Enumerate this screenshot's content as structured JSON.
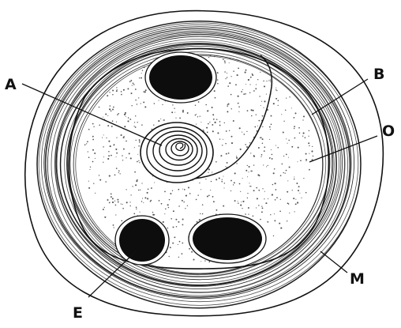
{
  "colors": {
    "ink": "#111111",
    "stipple": "#555555",
    "background": "#ffffff"
  },
  "labels": {
    "a": "A",
    "b": "B",
    "o": "O",
    "m": "M",
    "e": "E"
  }
}
